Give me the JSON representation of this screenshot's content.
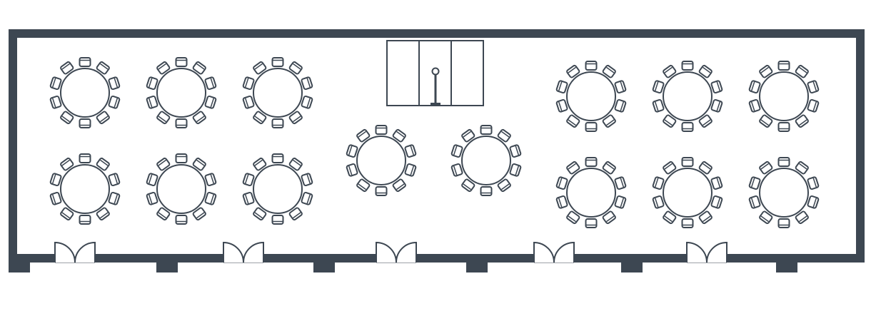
{
  "floor_plan": {
    "colors": {
      "wall": "#3d4752",
      "line": "#3d4752",
      "fill": "#ffffff",
      "background": "#ffffff"
    },
    "seats_per_table": 10,
    "table_count": 14,
    "door_count": 5,
    "column_count": 6,
    "stage": {
      "panels": 3,
      "has_podium": true
    },
    "icons": [
      "round-table-icon",
      "chair-icon",
      "double-door-icon",
      "stage-icon",
      "podium-icon"
    ]
  }
}
